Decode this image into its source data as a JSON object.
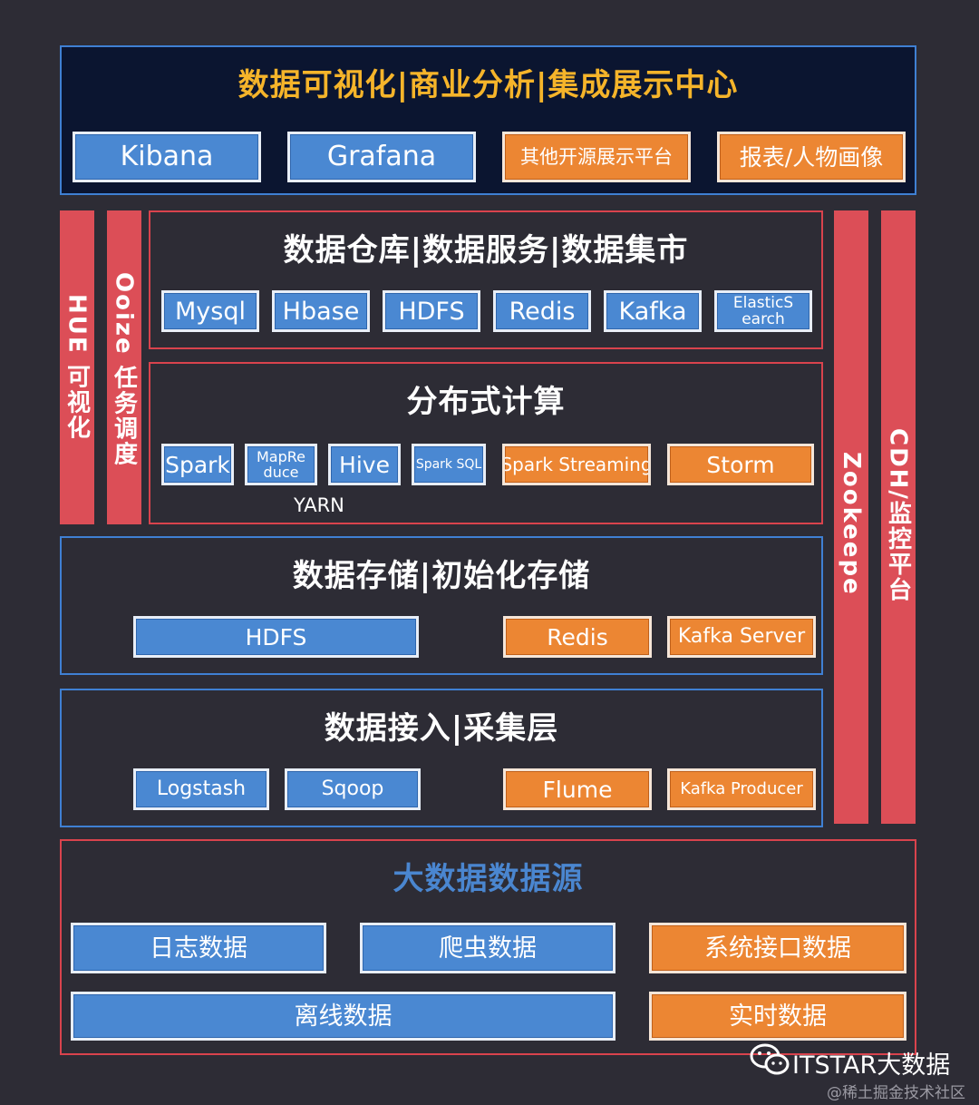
{
  "visualization": {
    "title": "数据可视化|商业分析|集成展示中心",
    "items": [
      "Kibana",
      "Grafana",
      "其他开源展示平台",
      "报表/人物画像"
    ]
  },
  "side_bars": {
    "hue": "HUE 可视化",
    "oozie": "Ooize 任务调度",
    "zookeeper": "Zookeepe",
    "cdh": "CDH/监控平台"
  },
  "warehouse": {
    "title": "数据仓库|数据服务|数据集市",
    "items": [
      "Mysql",
      "Hbase",
      "HDFS",
      "Redis",
      "Kafka",
      "ElasticS earch"
    ]
  },
  "compute": {
    "title": "分布式计算",
    "items": [
      "Spark",
      "MapRe duce",
      "Hive",
      "Spark SQL",
      "Spark Streaming",
      "Storm"
    ],
    "yarn": "YARN"
  },
  "storage": {
    "title": "数据存储|初始化存储",
    "items": [
      "HDFS",
      "Redis",
      "Kafka Server"
    ]
  },
  "ingest": {
    "title": "数据接入|采集层",
    "items": [
      "Logstash",
      "Sqoop",
      "Flume",
      "Kafka Producer"
    ]
  },
  "sources": {
    "title": "大数据数据源",
    "items": [
      "日志数据",
      "爬虫数据",
      "系统接口数据",
      "离线数据",
      "实时数据"
    ]
  },
  "watermark": {
    "brand": "ITSTAR大数据",
    "credit": "@稀土掘金技术社区"
  },
  "colors": {
    "background": "#2d2c35",
    "blue": "#4a88d2",
    "orange": "#ec8633",
    "red": "#dc4e57",
    "viz_title": "#f5b42a",
    "source_title": "#4a86d0"
  }
}
